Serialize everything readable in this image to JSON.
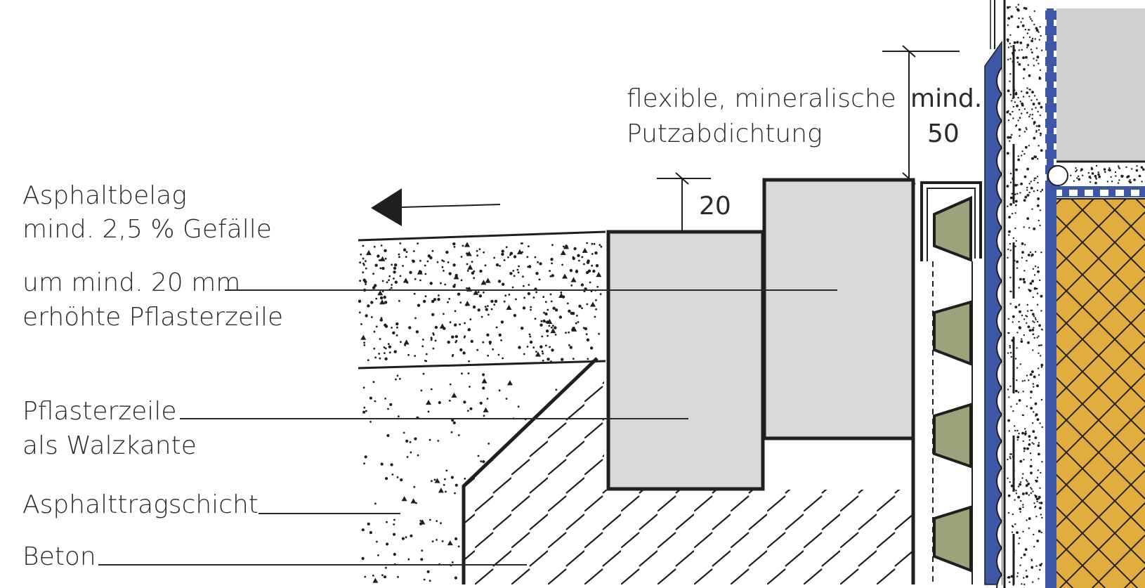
{
  "labels": {
    "flexible_line1": "flexible, mineralische",
    "flexible_line2": "Putzabdichtung",
    "dim_mind_line1": "mind.",
    "dim_mind_line2": "50",
    "dim_20": "20",
    "asphaltbelag_line1": "Asphaltbelag",
    "asphaltbelag_line2": "mind. 2,5 % Gefälle",
    "erhoeht_line1": "um mind. 20 mm",
    "erhoeht_line2": "erhöhte Pflasterzeile",
    "pflaster_line1": "Pflasterzeile",
    "pflaster_line2": "als Walzkante",
    "asphalttrag": "Asphalttragschicht",
    "beton": "Beton"
  },
  "colors": {
    "paver": "#d9d9d9",
    "drain_block": "#9ca27a",
    "membrane": "#3e56a6",
    "insulation": "#e2ad3e",
    "slab": "#d0d0d0",
    "line": "#1f1f1f"
  }
}
